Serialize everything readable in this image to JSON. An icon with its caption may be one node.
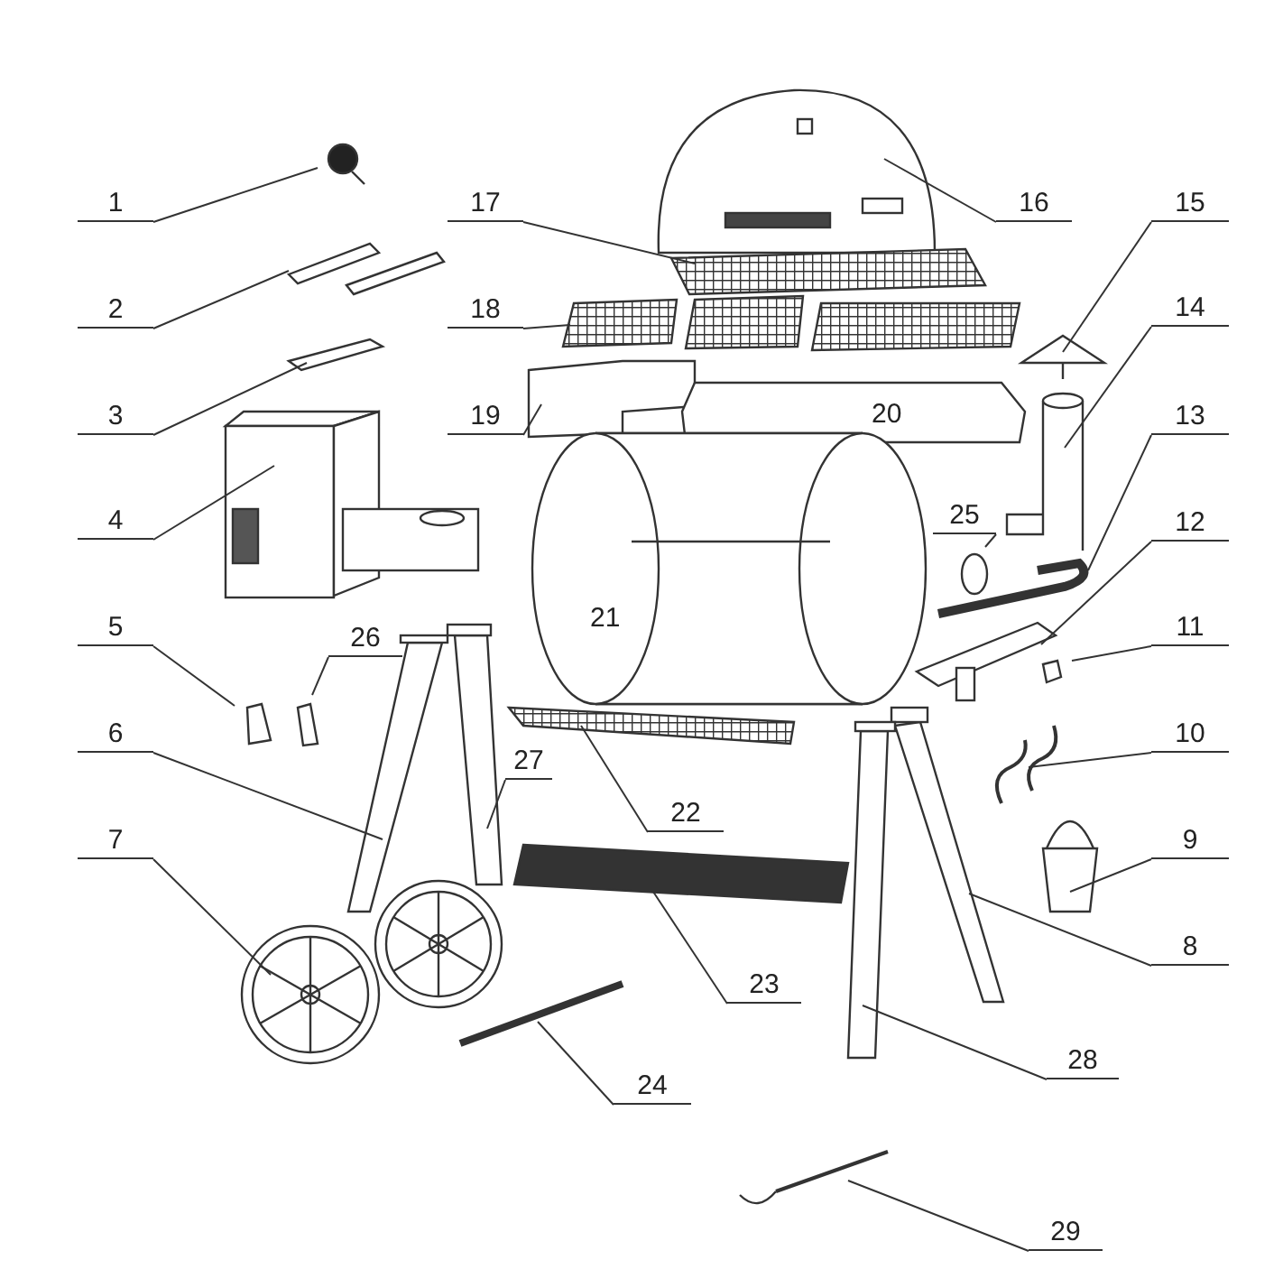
{
  "diagram": {
    "nodes": [
      {
        "text": [
          "1"
        ]
      },
      {
        "text": [
          "2"
        ]
      },
      {
        "text": [
          "3"
        ]
      },
      {
        "text": [
          "4"
        ]
      },
      {
        "text": [
          "5"
        ]
      },
      {
        "text": [
          "6"
        ]
      },
      {
        "text": [
          "7"
        ]
      },
      {
        "text": [
          "8"
        ]
      },
      {
        "text": [
          "9"
        ]
      },
      {
        "text": [
          "10"
        ]
      },
      {
        "text": [
          "11"
        ]
      },
      {
        "text": [
          "12"
        ]
      },
      {
        "text": [
          "13"
        ]
      },
      {
        "text": [
          "14"
        ]
      },
      {
        "text": [
          "15"
        ]
      },
      {
        "text": [
          "16"
        ]
      },
      {
        "text": [
          "17"
        ]
      },
      {
        "text": [
          "18"
        ]
      },
      {
        "text": [
          "19"
        ]
      },
      {
        "text": [
          "22"
        ]
      },
      {
        "text": [
          "23"
        ]
      },
      {
        "text": [
          "24"
        ]
      },
      {
        "text": [
          "25"
        ]
      },
      {
        "text": [
          "26"
        ]
      },
      {
        "text": [
          "27"
        ]
      },
      {
        "text": [
          "28"
        ]
      },
      {
        "text": [
          "29"
        ]
      }
    ],
    "edges": [
      {
        "from": 0,
        "to": null,
        "arrow": "none"
      },
      {
        "from": 1,
        "to": null,
        "arrow": "none"
      },
      {
        "from": 2,
        "to": null,
        "arrow": "none"
      },
      {
        "from": 3,
        "to": null,
        "arrow": "none"
      },
      {
        "from": 4,
        "to": null,
        "arrow": "none"
      },
      {
        "from": 5,
        "to": null,
        "arrow": "none"
      },
      {
        "from": 6,
        "to": null,
        "arrow": "none"
      },
      {
        "from": 7,
        "to": null,
        "arrow": "none"
      },
      {
        "from": 8,
        "to": null,
        "arrow": "none"
      },
      {
        "from": 9,
        "to": null,
        "arrow": "none"
      },
      {
        "from": 10,
        "to": null,
        "arrow": "none"
      },
      {
        "from": 11,
        "to": null,
        "arrow": "none"
      },
      {
        "from": 12,
        "to": null,
        "arrow": "none"
      },
      {
        "from": 13,
        "to": null,
        "arrow": "none"
      },
      {
        "from": 14,
        "to": null,
        "arrow": "none"
      },
      {
        "from": 15,
        "to": null,
        "arrow": "none"
      },
      {
        "from": 16,
        "to": null,
        "arrow": "none"
      },
      {
        "from": 17,
        "to": null,
        "arrow": "none"
      },
      {
        "from": 18,
        "to": null,
        "arrow": "none"
      },
      {
        "from": 19,
        "to": null,
        "arrow": "none"
      },
      {
        "from": 20,
        "to": null,
        "arrow": "none"
      },
      {
        "from": 21,
        "to": null,
        "arrow": "none"
      },
      {
        "from": 22,
        "to": null,
        "arrow": "none"
      },
      {
        "from": 23,
        "to": null,
        "arrow": "none"
      },
      {
        "from": 24,
        "to": null,
        "arrow": "none"
      },
      {
        "from": 25,
        "to": null,
        "arrow": "none"
      },
      {
        "from": 26,
        "to": null,
        "arrow": "none"
      }
    ],
    "labels": [
      "20",
      "21"
    ]
  }
}
